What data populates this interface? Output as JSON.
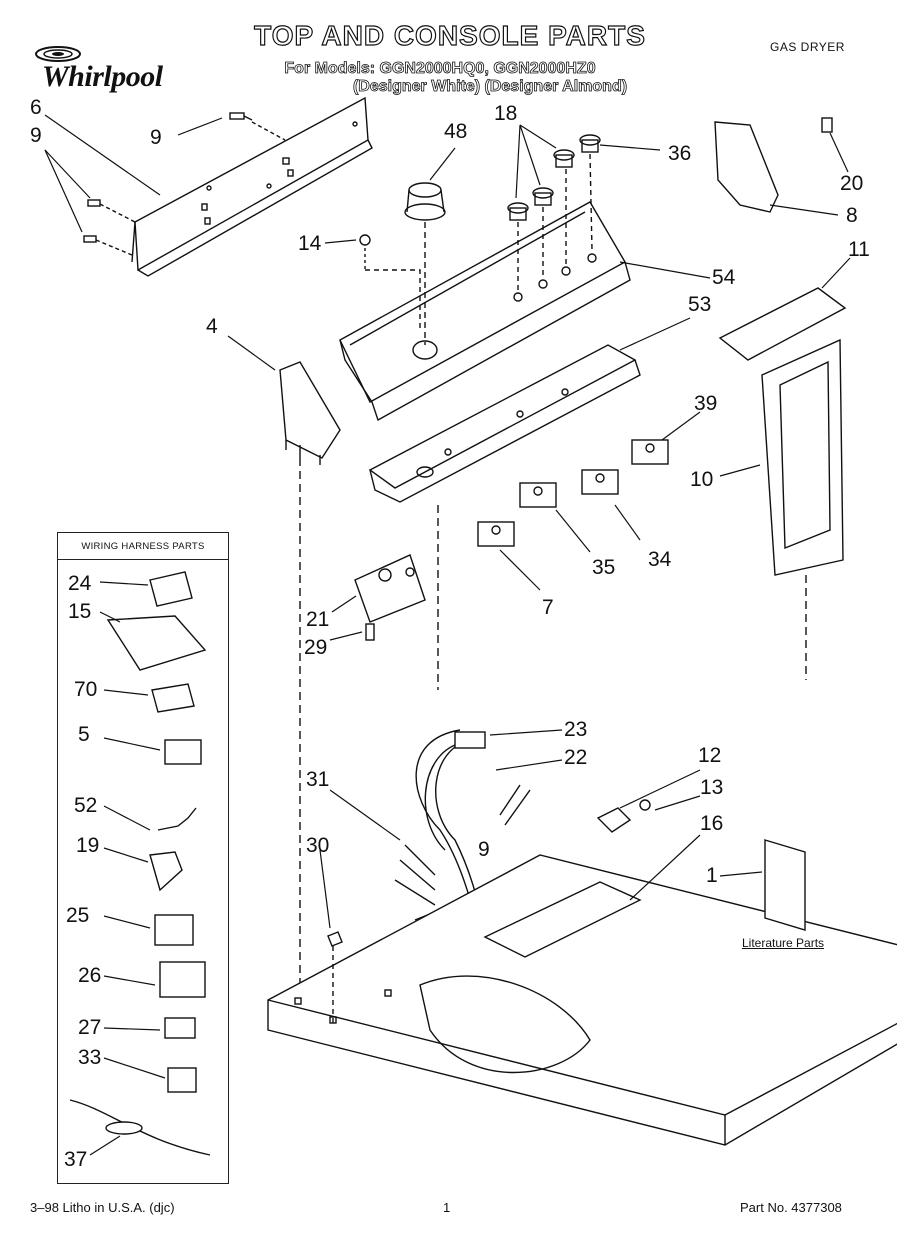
{
  "header": {
    "brand": "Whirlpool",
    "title": "TOP AND CONSOLE PARTS",
    "models": "For Models: GGN2000HQ0, GGN2000HZ0",
    "colors": "(Designer White) (Designer Almond)",
    "dryer_type": "GAS DRYER"
  },
  "wiring_harness": {
    "title": "WIRING HARNESS PARTS",
    "callouts": [
      "24",
      "15",
      "70",
      "5",
      "52",
      "19",
      "25",
      "26",
      "27",
      "33",
      "37"
    ]
  },
  "callouts": {
    "c6": "6",
    "c9a": "9",
    "c9b": "9",
    "c48": "48",
    "c18": "18",
    "c36": "36",
    "c20": "20",
    "c8": "8",
    "c14": "14",
    "c54": "54",
    "c11": "11",
    "c53": "53",
    "c4": "4",
    "c39": "39",
    "c10": "10",
    "c35": "35",
    "c34": "34",
    "c7": "7",
    "c21": "21",
    "c29": "29",
    "c23": "23",
    "c22": "22",
    "c12": "12",
    "c13": "13",
    "c31": "31",
    "c16": "16",
    "c30": "30",
    "c9c": "9",
    "c1": "1"
  },
  "literature_label": "Literature Parts",
  "footer": {
    "left": "3–98 Litho in U.S.A. (djc)",
    "page": "1",
    "part_no": "Part No. 4377308"
  },
  "colors": {
    "ink": "#111111",
    "paper": "#ffffff"
  }
}
